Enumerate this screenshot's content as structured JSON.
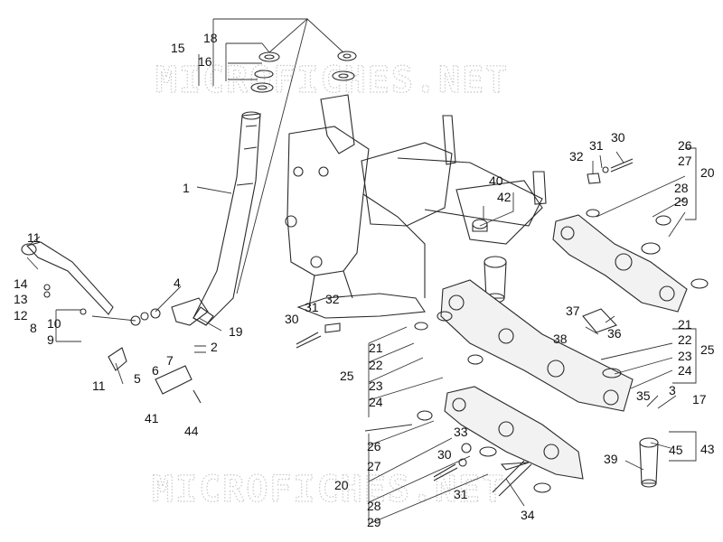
{
  "watermark": "MICROFICHES.NET",
  "callouts": {
    "c1": "1",
    "c2": "2",
    "c3": "3",
    "c4": "4",
    "c5": "5",
    "c6": "6",
    "c7": "7",
    "c8": "8",
    "c9": "9",
    "c10": "10",
    "c11a": "11",
    "c11b": "11",
    "c12": "12",
    "c13": "13",
    "c14": "14",
    "c15": "15",
    "c16": "16",
    "c17": "17",
    "c18": "18",
    "c19": "19",
    "c20a": "20",
    "c20b": "20",
    "c21a": "21",
    "c21b": "21",
    "c22a": "22",
    "c22b": "22",
    "c23a": "23",
    "c23b": "23",
    "c24a": "24",
    "c24b": "24",
    "c25a": "25",
    "c25b": "25",
    "c26a": "26",
    "c26b": "26",
    "c27a": "27",
    "c27b": "27",
    "c28a": "28",
    "c28b": "28",
    "c29a": "29",
    "c29b": "29",
    "c30a": "30",
    "c30b": "30",
    "c30c": "30",
    "c31a": "31",
    "c31b": "31",
    "c31c": "31",
    "c32a": "32",
    "c32b": "32",
    "c33": "33",
    "c34": "34",
    "c35": "35",
    "c36": "36",
    "c37": "37",
    "c38": "38",
    "c39": "39",
    "c40": "40",
    "c41": "41",
    "c42": "42",
    "c43": "43",
    "c44": "44",
    "c45": "45"
  }
}
